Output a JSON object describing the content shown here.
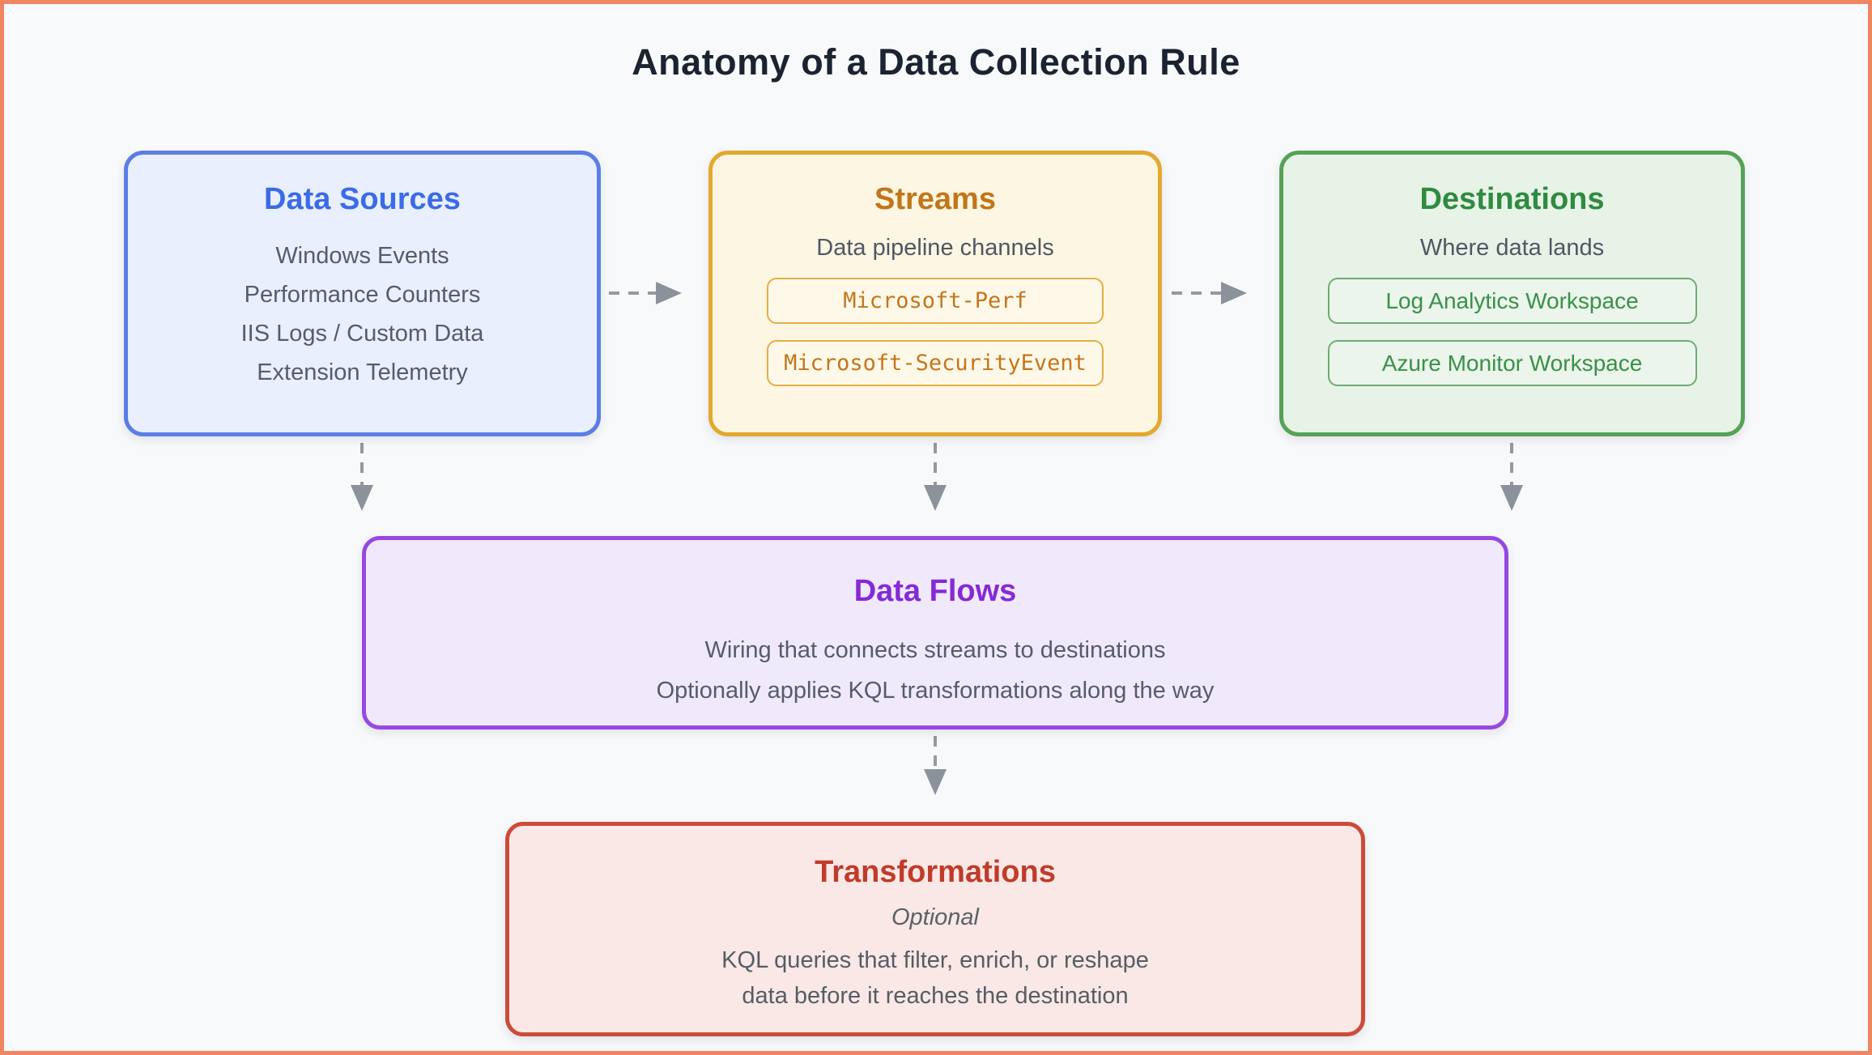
{
  "page": {
    "title": "Anatomy of a Data Collection Rule",
    "background_color": "#f8f9fb",
    "frame_border_color": "#ef8661",
    "arrow_color": "#8b929b"
  },
  "boxes": {
    "data_sources": {
      "title": "Data Sources",
      "items": [
        "Windows Events",
        "Performance Counters",
        "IIS Logs / Custom Data",
        "Extension Telemetry"
      ],
      "accent_color": "#3a6be8",
      "border_color": "#5b7de6",
      "fill_color": "#e9effc"
    },
    "streams": {
      "title": "Streams",
      "subtitle": "Data pipeline channels",
      "pills": [
        "Microsoft-Perf",
        "Microsoft-SecurityEvent"
      ],
      "accent_color": "#c1761a",
      "border_color": "#e3a82e",
      "fill_color": "#fdf6e2"
    },
    "destinations": {
      "title": "Destinations",
      "subtitle": "Where data lands",
      "pills": [
        "Log Analytics Workspace",
        "Azure Monitor Workspace"
      ],
      "accent_color": "#2f8b3f",
      "border_color": "#55a257",
      "fill_color": "#e8f3e8"
    },
    "data_flows": {
      "title": "Data Flows",
      "lines": [
        "Wiring that connects streams to destinations",
        "Optionally applies KQL transformations along the way"
      ],
      "accent_color": "#8629d6",
      "border_color": "#9747e3",
      "fill_color": "#f0e9fb"
    },
    "transformations": {
      "title": "Transformations",
      "note": "Optional",
      "lines": [
        "KQL queries that filter, enrich, or reshape",
        "data before it reaches the destination"
      ],
      "accent_color": "#c13a2a",
      "border_color": "#cd4a38",
      "fill_color": "#f9e8e5"
    }
  }
}
